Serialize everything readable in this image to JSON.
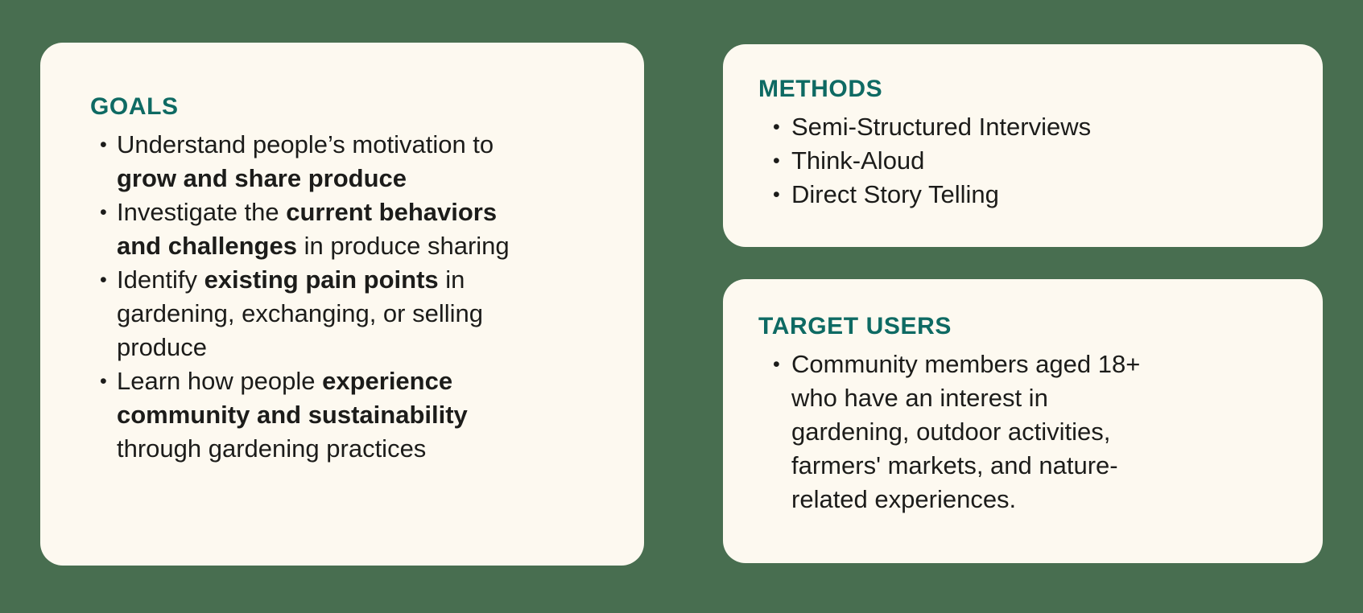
{
  "page": {
    "background_color": "#486E50",
    "card_background_color": "#FDF9F0",
    "heading_color": "#0E6A63",
    "body_text_color": "#1C1C1A"
  },
  "bullet_char": "•",
  "goals": {
    "title": "GOALS",
    "bullets": [
      [
        {
          "t": "Understand people’s motivation to\n"
        },
        {
          "t": "grow and share produce",
          "b": true
        }
      ],
      [
        {
          "t": "Investigate the "
        },
        {
          "t": "current behaviors\nand challenges",
          "b": true
        },
        {
          "t": " in produce sharing"
        }
      ],
      [
        {
          "t": "Identify "
        },
        {
          "t": "existing pain points",
          "b": true
        },
        {
          "t": " in\ngardening, exchanging, or selling\nproduce"
        }
      ],
      [
        {
          "t": "Learn how people "
        },
        {
          "t": "experience\ncommunity and sustainability",
          "b": true
        },
        {
          "t": "\nthrough gardening practices"
        }
      ]
    ]
  },
  "methods": {
    "title": "METHODS",
    "bullets": [
      [
        {
          "t": "Semi-Structured Interviews"
        }
      ],
      [
        {
          "t": "Think-Aloud"
        }
      ],
      [
        {
          "t": "Direct Story Telling"
        }
      ]
    ]
  },
  "target_users": {
    "title": "TARGET USERS",
    "bullets": [
      [
        {
          "t": "Community members aged 18+\nwho have an interest in\ngardening, outdoor activities,\nfarmers' markets, and nature-\nrelated experiences."
        }
      ]
    ]
  }
}
